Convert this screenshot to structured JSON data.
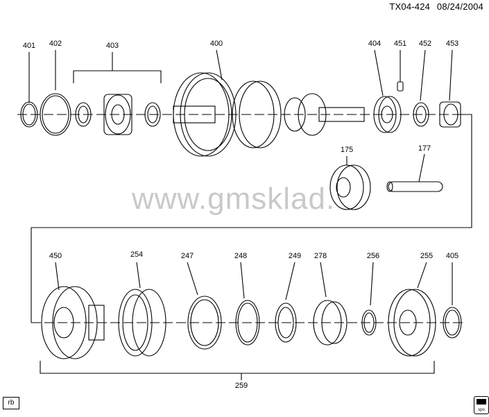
{
  "header": {
    "code": "TX04-424",
    "date": "08/24/2004"
  },
  "watermark": "www.gmsklad.",
  "footer": {
    "rb_label": "rb",
    "logo_text": "gm spo"
  },
  "callouts": {
    "c401": "401",
    "c402": "402",
    "c403": "403",
    "c400": "400",
    "c404": "404",
    "c451": "451",
    "c452": "452",
    "c453": "453",
    "c175": "175",
    "c177": "177",
    "c450": "450",
    "c254": "254",
    "c247": "247",
    "c248": "248",
    "c249": "249",
    "c278": "278",
    "c256": "256",
    "c255": "255",
    "c405": "405",
    "c259": "259"
  }
}
